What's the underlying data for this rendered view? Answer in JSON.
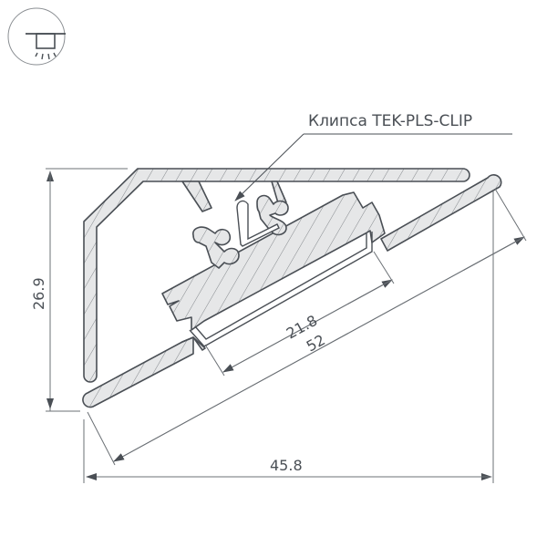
{
  "icon": {
    "name": "ceiling-light-icon",
    "description": "recessed ceiling luminaire symbol"
  },
  "callout": {
    "label": "Клипса TEK-PLS-CLIP"
  },
  "dimensions": {
    "height": "26.9",
    "width": "45.8",
    "diagonal": "52",
    "inner_width": "21.8"
  },
  "colors": {
    "stroke": "#4a4f55",
    "fill": "#e6e7e8",
    "dim_line": "#6b7075",
    "icon_ring": "#8a8e92"
  }
}
